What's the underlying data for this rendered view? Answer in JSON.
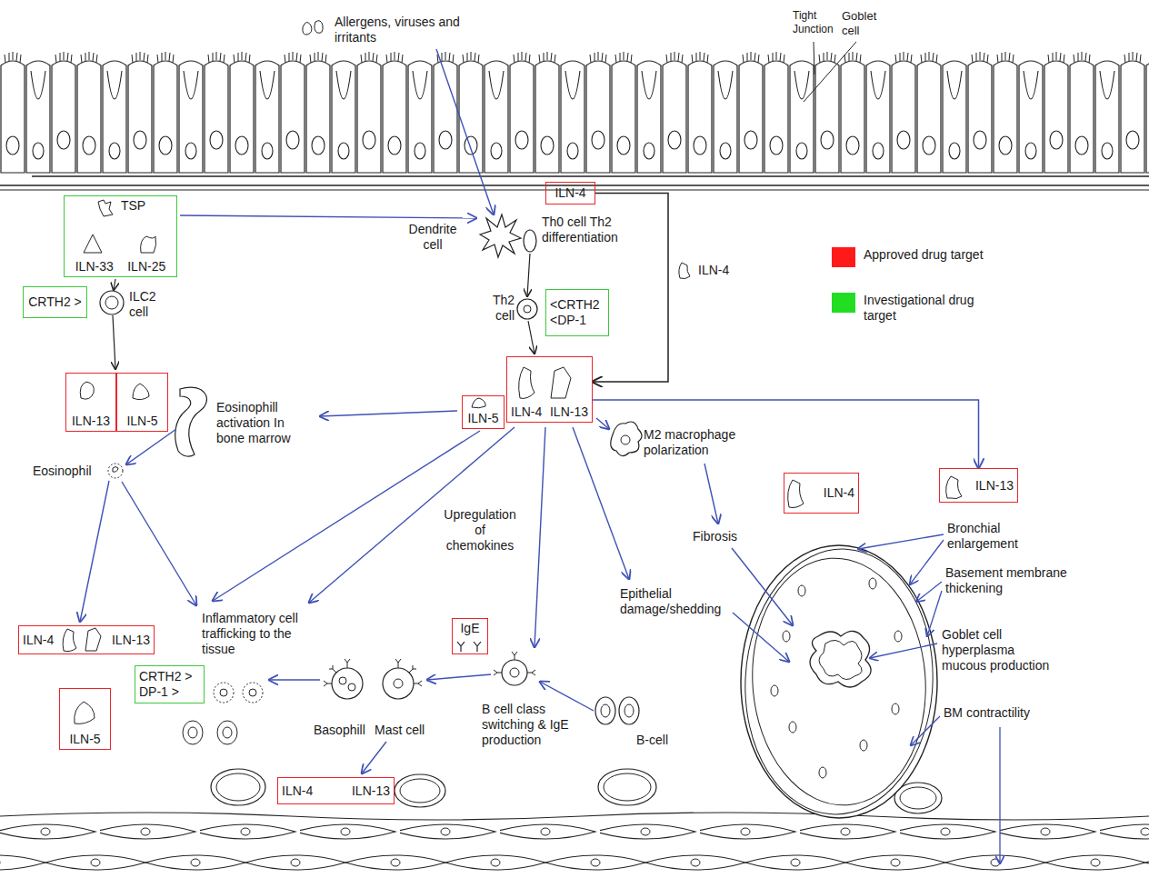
{
  "diagram": {
    "nodes": [
      {
        "text": [
          "TSP",
          "ILN-33",
          "ILN-25"
        ]
      },
      {
        "text": [
          "ILN-4"
        ]
      },
      {
        "text": [
          "CRTH2 >"
        ]
      },
      {
        "text": [
          "<CRTH2",
          "<DP-1"
        ]
      },
      {
        "text": [
          "ILN-13"
        ]
      },
      {
        "text": [
          "ILN-5"
        ]
      },
      {
        "text": [
          "ILN-5"
        ]
      },
      {
        "text": [
          "ILN-4",
          "ILN-13"
        ]
      },
      {
        "text": [
          "ILN-4"
        ]
      },
      {
        "text": [
          "ILN-13"
        ]
      },
      {
        "text": [
          "IgE"
        ]
      },
      {
        "text": [
          "ILN-4",
          "ILN-13"
        ]
      },
      {
        "text": [
          "CRTH2 >",
          "DP-1 >"
        ]
      },
      {
        "text": [
          "ILN-5"
        ]
      },
      {
        "text": [
          "ILN-4",
          "ILN-13"
        ]
      }
    ],
    "edges": [
      {
        "from": 1,
        "to": 7,
        "arrow": "to"
      },
      {
        "from": 7,
        "to": 9,
        "arrow": "to"
      }
    ],
    "labels": [
      "Allergens, viruses and irritants",
      "Tight Junction",
      "Goblet cell",
      "Dendrite cell",
      "Th0 cell Th2 differentiation",
      "ILN-4",
      "ILC2 cell",
      "Th2 cell",
      "Eosinophill activation In bone marrow",
      "Eosinophil",
      "Upregulation of chemokines",
      "M2 macrophage polarization",
      "Fibrosis",
      "Bronchial enlargement",
      "Basement membrane thickening",
      "Goblet cell hyperplasma mucous production",
      "BM contractility",
      "Epithelial damage/shedding",
      "Inflammatory cell trafficking to the tissue",
      "B-cell",
      "Basophill",
      "Mast cell",
      "B cell class switching & IgE production"
    ],
    "legend": [
      {
        "text": "Approved drug target",
        "color": "#ff1a1a"
      },
      {
        "text": "Investigational drug target",
        "color": "#22dd22"
      }
    ]
  }
}
